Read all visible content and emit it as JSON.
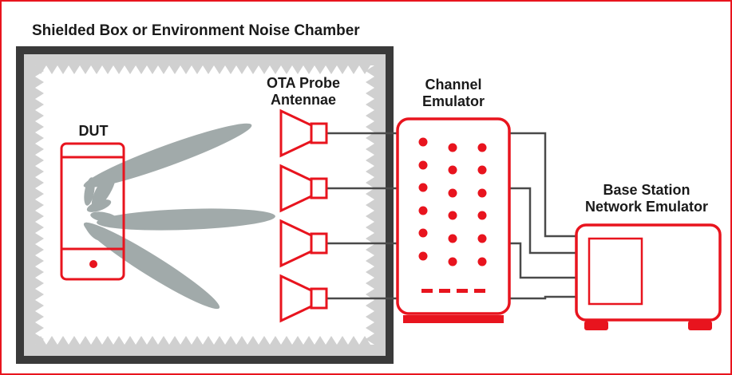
{
  "title": "Shielded Box or Environment Noise Chamber",
  "dut": {
    "label": "DUT"
  },
  "probes": {
    "label_line1": "OTA Probe",
    "label_line2": "Antennae",
    "count": 4
  },
  "channel_emulator": {
    "label_line1": "Channel",
    "label_line2": "Emulator"
  },
  "base_station": {
    "label_line1": "Base Station",
    "label_line2": "Network Emulator"
  },
  "colors": {
    "accent": "#e8141e",
    "chamber_wall": "#3a3a3a",
    "absorber": "#d0d0d0",
    "beam": "#9aa3a3",
    "cable": "#4a4a4a",
    "border": "#e8141e"
  }
}
